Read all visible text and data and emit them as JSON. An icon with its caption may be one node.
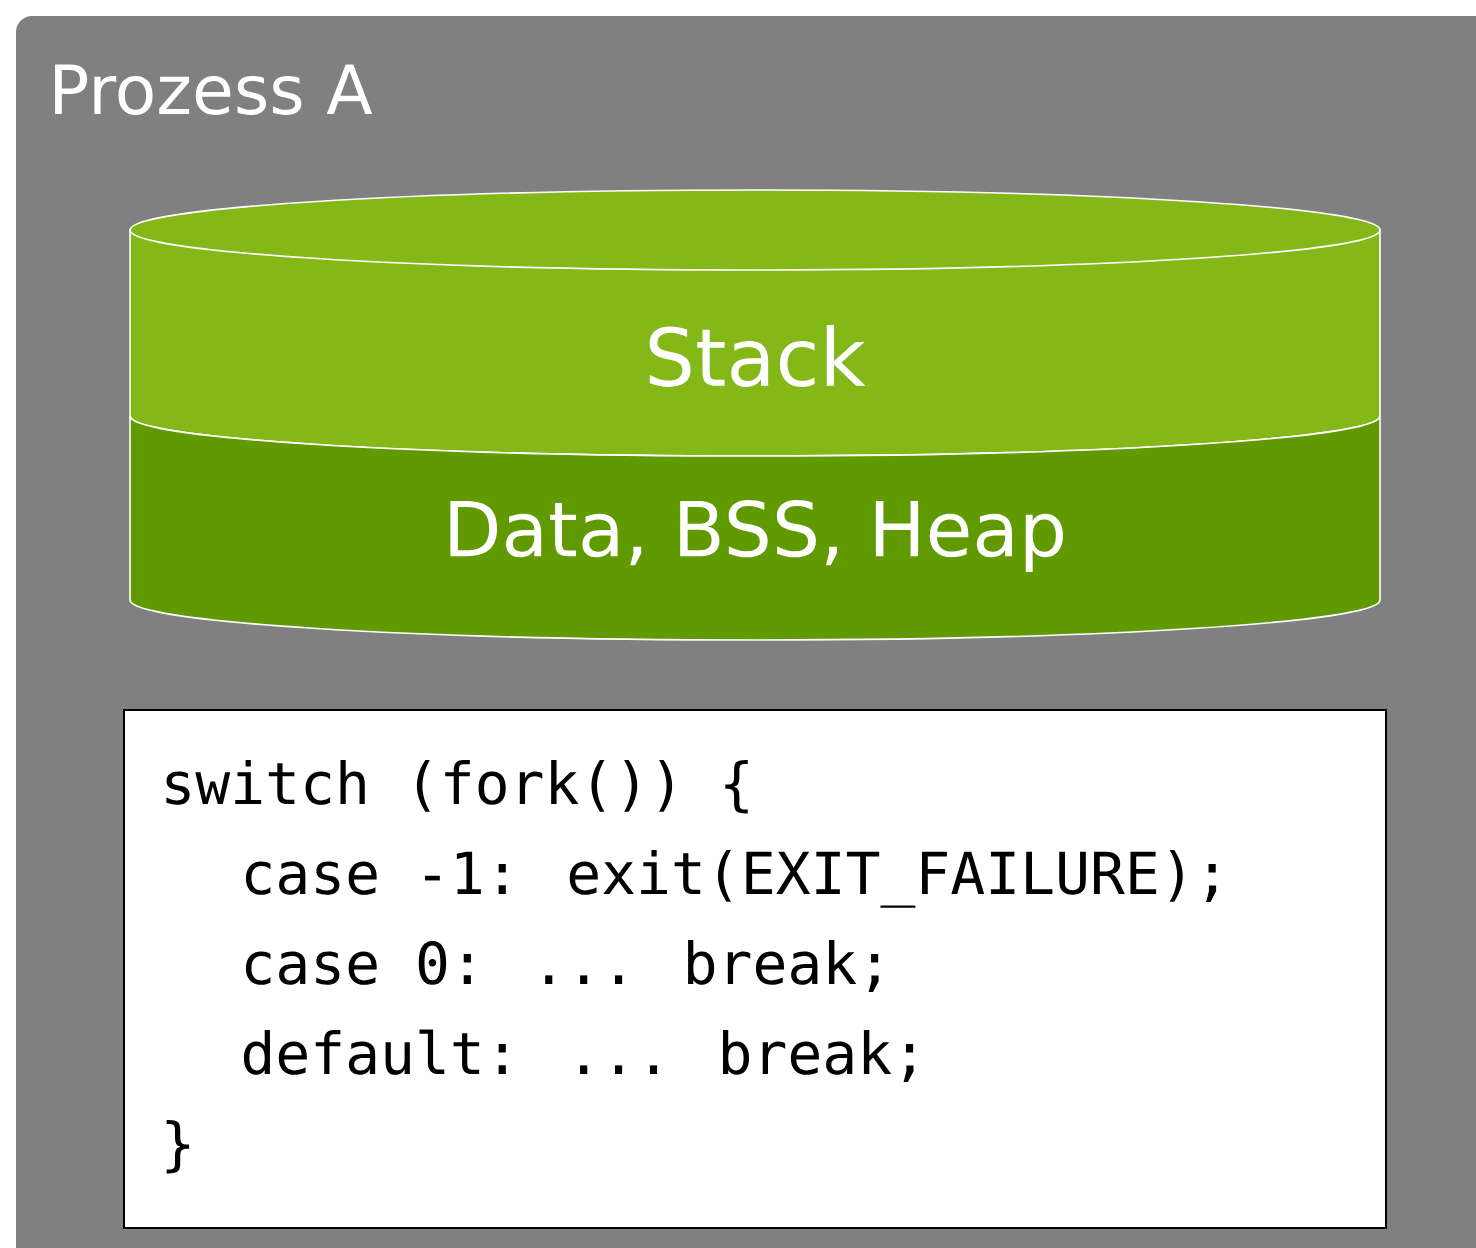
{
  "diagram": {
    "nodes": [
      {
        "text": [
          "Prozess A"
        ]
      },
      {
        "text": [
          "Stack"
        ],
        "in": 0
      },
      {
        "text": [
          "Data, BSS, Heap"
        ],
        "in": 0
      },
      {
        "text": [
          "switch (fork()) {",
          "case -1: exit(EXIT_FAILURE);",
          "case 0: ... break;",
          "default: ... break;",
          "}"
        ],
        "in": 0
      }
    ]
  }
}
